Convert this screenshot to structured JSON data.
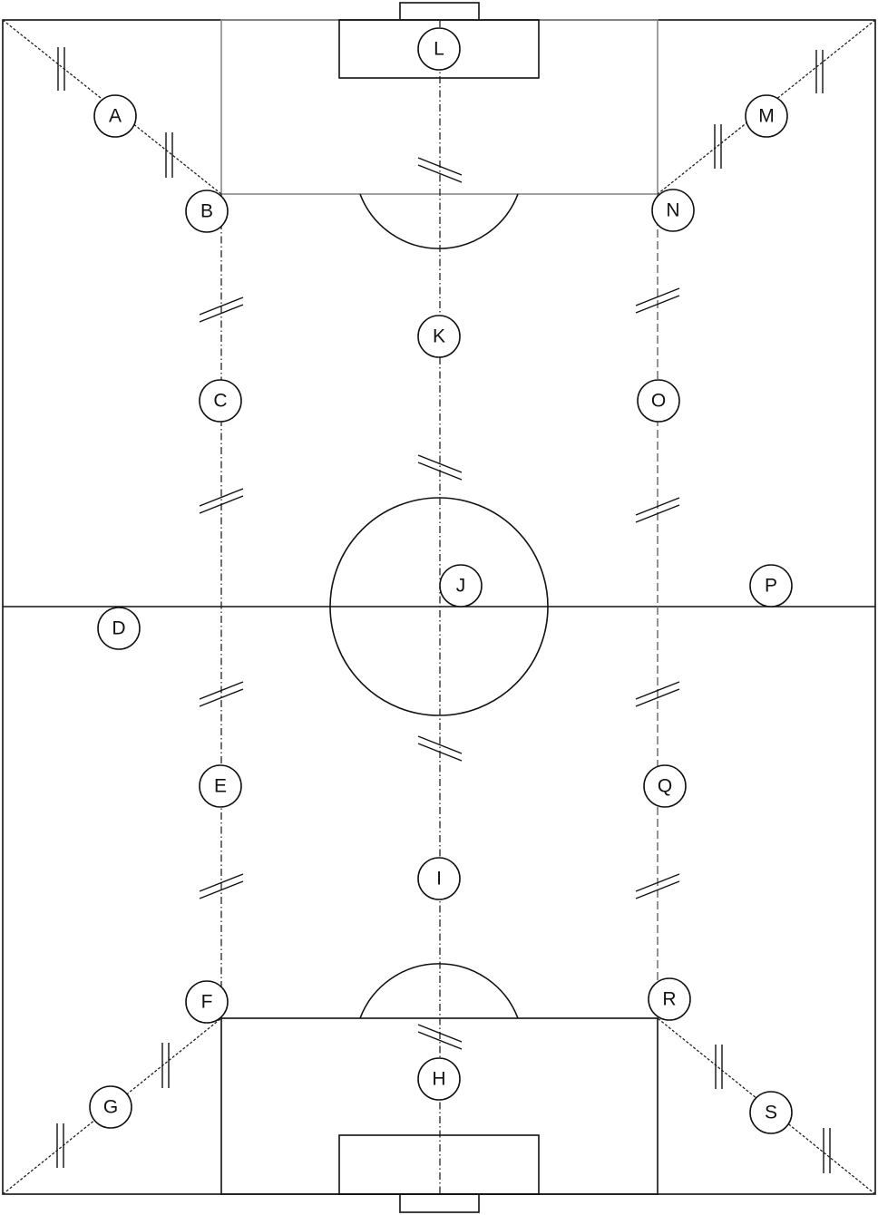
{
  "points": [
    {
      "id": "A",
      "label": "A"
    },
    {
      "id": "B",
      "label": "B"
    },
    {
      "id": "C",
      "label": "C"
    },
    {
      "id": "D",
      "label": "D"
    },
    {
      "id": "E",
      "label": "E"
    },
    {
      "id": "F",
      "label": "F"
    },
    {
      "id": "G",
      "label": "G"
    },
    {
      "id": "H",
      "label": "H"
    },
    {
      "id": "I",
      "label": "I"
    },
    {
      "id": "J",
      "label": "J"
    },
    {
      "id": "K",
      "label": "K"
    },
    {
      "id": "L",
      "label": "L"
    },
    {
      "id": "M",
      "label": "M"
    },
    {
      "id": "N",
      "label": "N"
    },
    {
      "id": "O",
      "label": "O"
    },
    {
      "id": "P",
      "label": "P"
    },
    {
      "id": "Q",
      "label": "Q"
    },
    {
      "id": "R",
      "label": "R"
    },
    {
      "id": "S",
      "label": "S"
    }
  ]
}
